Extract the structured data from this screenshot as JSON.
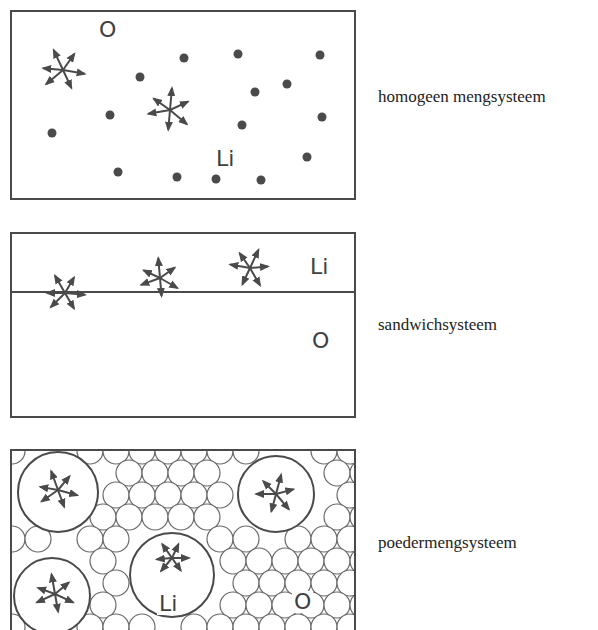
{
  "diagram": {
    "nodes": [
      {
        "text": [
          "O",
          "Li"
        ]
      },
      {
        "text": [
          "Li",
          "O"
        ]
      },
      {
        "text": [
          "Li",
          "O"
        ]
      }
    ],
    "labels": [
      "homogeen mengsysteem",
      "sandwichsysteem",
      "poedermengsysteem"
    ]
  }
}
